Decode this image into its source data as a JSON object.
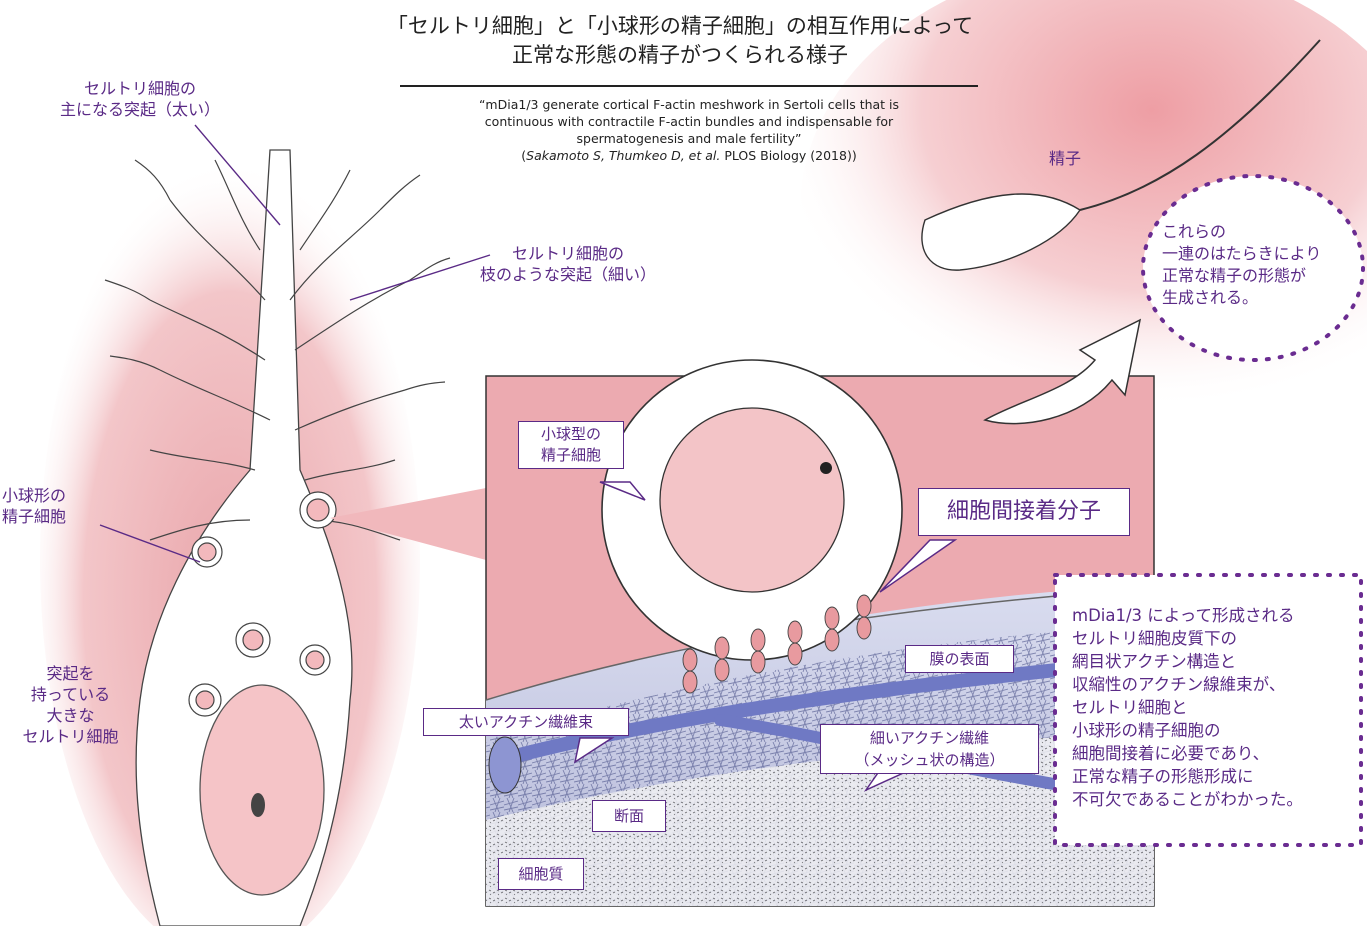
{
  "title": {
    "line1": "「セルトリ細胞」と「小球形の精子細胞」の相互作用によって",
    "line2": "正常な形態の精子がつくられる様子"
  },
  "citation": {
    "line1": "“mDia1/3 generate cortical F-actin meshwork in Sertoli cells that is",
    "line2": "continuous with contractile F-actin bundles and indispensable for",
    "line3": "spermatogenesis and male fertility”",
    "authors": "Sakamoto S, Thumkeo D, et al.",
    "journal": "PLOS Biology (2018))",
    "open_paren": "("
  },
  "labels": {
    "main_process": [
      "セルトリ細胞の",
      "主になる突起（太い）"
    ],
    "branch_process": [
      "セルトリ細胞の",
      "枝のような突起（細い）"
    ],
    "spermatid_left": [
      "小球形の",
      "精子細胞"
    ],
    "large_sertoli": [
      "突起を",
      "持っている",
      "大きな",
      "セルトリ細胞"
    ],
    "sperm": "精子",
    "spermatid_inset": [
      "小球型の",
      "精子細胞"
    ],
    "adhesion": "細胞間接着分子",
    "membrane_surface": "膜の表面",
    "thick_actin": "太いアクチン繊維束",
    "thin_actin": [
      "細いアクチン繊維",
      "（メッシュ状の構造）"
    ],
    "cross_section": "断面",
    "cytoplasm": "細胞質"
  },
  "bubble_note": [
    "これらの",
    "一連のはたらきにより",
    "正常な精子の形態が",
    "生成される。"
  ],
  "summary_note": [
    "mDia1/3 によって形成される",
    "セルトリ細胞皮質下の",
    "網目状アクチン構造と",
    "収縮性のアクチン線維束が、",
    "セルトリ細胞と",
    "小球形の精子細胞の",
    "細胞間接着に必要であり、",
    "正常な精子の形態形成に",
    "不可欠であることがわかった。"
  ],
  "colors": {
    "accent": "#5a2a86",
    "pink": "#e89a9f",
    "light_pink": "#f6d3d5",
    "actin_blue": "#6f79c4",
    "text_dark": "#222222"
  }
}
